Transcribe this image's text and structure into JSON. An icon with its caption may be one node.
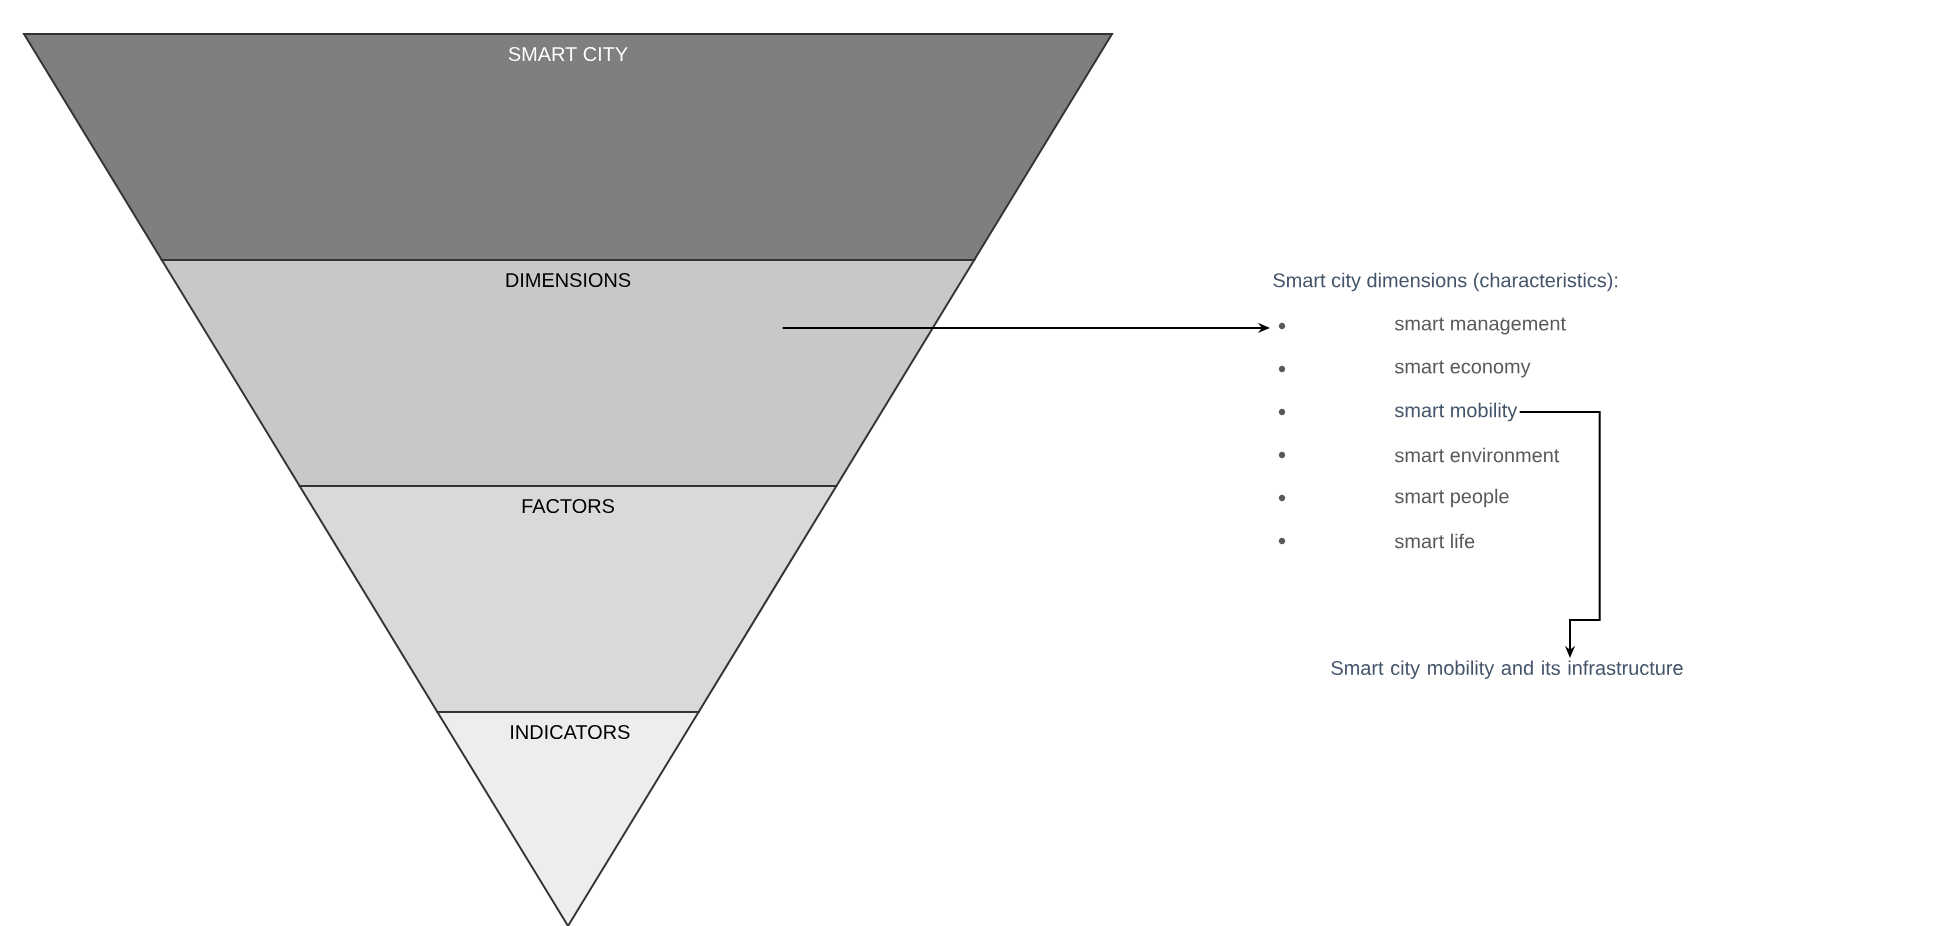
{
  "diagram": {
    "nodes": [
      {
        "text": [
          "SMART CITY"
        ]
      },
      {
        "text": [
          "DIMENSIONS"
        ]
      },
      {
        "text": [
          "FACTORS"
        ]
      },
      {
        "text": [
          "INDICATORS"
        ]
      },
      {
        "text": [
          "Smart city dimensions (characteristics):"
        ]
      },
      {
        "text": [
          "smart mobility"
        ]
      },
      {
        "text": [
          "Smart city mobility and its infrastructure"
        ]
      }
    ],
    "edges": [
      {
        "from": 1,
        "to": 4,
        "arrow": "to"
      },
      {
        "from": 5,
        "to": 6,
        "arrow": "to"
      }
    ],
    "labels": [
      "smart management",
      "smart economy",
      "smart environment",
      "smart people",
      "smart life"
    ]
  }
}
